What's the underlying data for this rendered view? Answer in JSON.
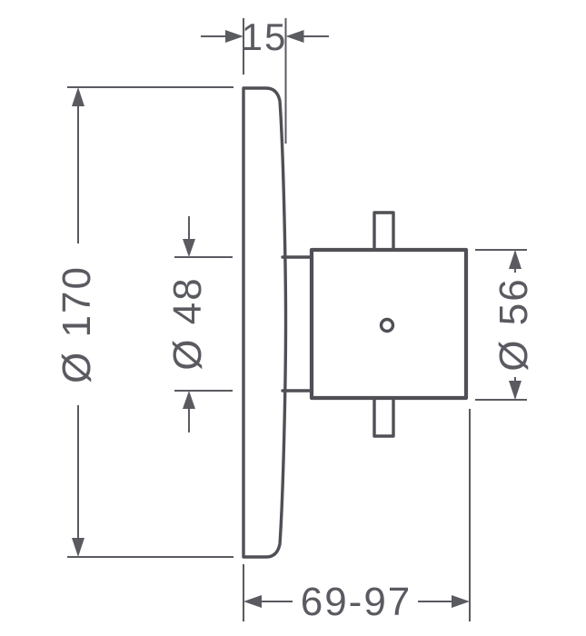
{
  "drawing": {
    "background_color": "#ffffff",
    "outline_color": "#4f4f56",
    "dimension_color": "#5a5a61",
    "labels": {
      "plate_depth": "15",
      "plate_diameter": "Ø 170",
      "inner_diameter": "Ø 48",
      "handle_diameter": "Ø 56",
      "installation_depth_range": "69-97"
    }
  }
}
